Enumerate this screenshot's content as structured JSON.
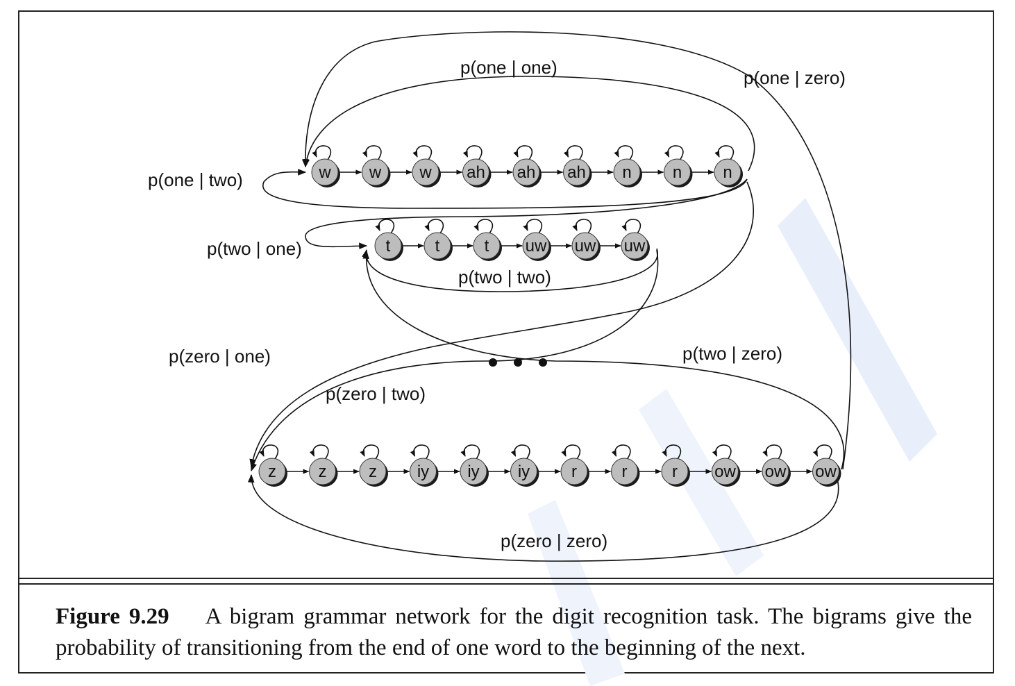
{
  "diagram": {
    "rows": [
      {
        "word": "one",
        "phones": [
          "w",
          "w",
          "w",
          "ah",
          "ah",
          "ah",
          "n",
          "n",
          "n"
        ]
      },
      {
        "word": "two",
        "phones": [
          "t",
          "t",
          "t",
          "uw",
          "uw",
          "uw"
        ]
      },
      {
        "word": "zero",
        "phones": [
          "z",
          "z",
          "z",
          "iy",
          "iy",
          "iy",
          "r",
          "r",
          "r",
          "ow",
          "ow",
          "ow"
        ]
      }
    ],
    "labels": {
      "one_one": "p(one | one)",
      "one_zero": "p(one | zero)",
      "one_two": "p(one | two)",
      "two_one": "p(two | one)",
      "two_two": "p(two | two)",
      "zero_one": "p(zero | one)",
      "two_zero": "p(two | zero)",
      "zero_two": "p(zero | two)",
      "zero_zero": "p(zero | zero)"
    },
    "colors": {
      "node_fill": "#bdbdbd",
      "node_shadow": "#1a1a1a",
      "stroke": "#111111",
      "watermark": "#e6eefb"
    }
  },
  "caption": {
    "figure_label": "Figure 9.29",
    "text": "A bigram grammar network for the digit recognition task. The bigrams give the probability of transitioning from the end of one word to the beginning of the next."
  }
}
